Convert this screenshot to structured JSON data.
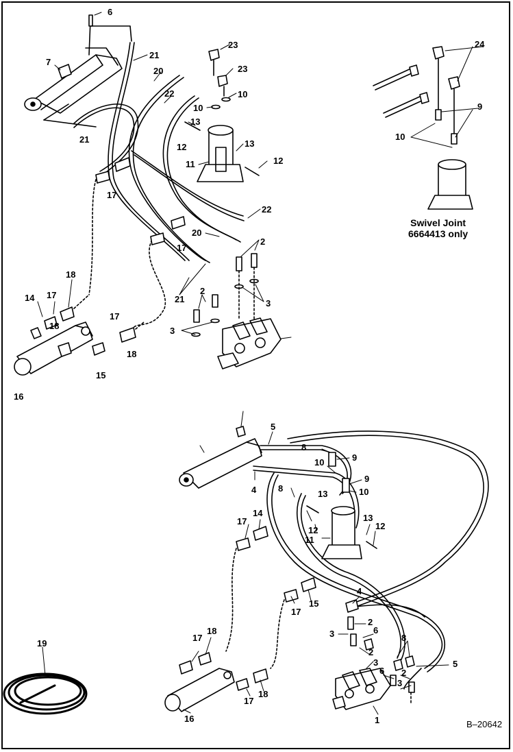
{
  "figure_number": "B–20642",
  "note": {
    "line1": "Swivel Joint",
    "line2": "6664413 only"
  },
  "callouts": {
    "c6": "6",
    "c7": "7",
    "c21a": "21",
    "c21b": "21",
    "c21c": "21",
    "c20a": "20",
    "c20b": "20",
    "c22a": "22",
    "c22b": "22",
    "c23a": "23",
    "c23b": "23",
    "c10a": "10",
    "c10b": "10",
    "c13a": "13",
    "c13b": "13",
    "c12a": "12",
    "c12b": "12",
    "c11": "11",
    "c17a": "17",
    "c17b": "17",
    "c17c": "17",
    "c17d": "17",
    "c18a": "18",
    "c18b": "18",
    "c18c": "18",
    "c14": "14",
    "c15": "15",
    "c16": "16",
    "c2a": "2",
    "c2b": "2",
    "c3a": "3",
    "c3b": "3",
    "c24": "24",
    "c9": "9",
    "c10c": "10",
    "l5a": "5",
    "l4a": "4",
    "l8a": "8",
    "l9a": "9",
    "l10a": "10",
    "l8b": "8",
    "l9b": "9",
    "l10b": "10",
    "l13a": "13",
    "l12a": "12",
    "l11a": "11",
    "l13b": "13",
    "l12b": "12",
    "l17a": "17",
    "l14a": "14",
    "l17b": "17",
    "l15a": "15",
    "l4b": "4",
    "l3a": "3",
    "l2a": "2",
    "l6a": "6",
    "l2b": "2",
    "l8c": "8",
    "l3b": "3",
    "l6b": "6",
    "l2c": "2",
    "l3c": "3",
    "l5b": "5",
    "l19": "19",
    "l17c": "17",
    "l18a": "18",
    "l18b": "18",
    "l17d": "17",
    "l16": "16",
    "l1": "1"
  }
}
